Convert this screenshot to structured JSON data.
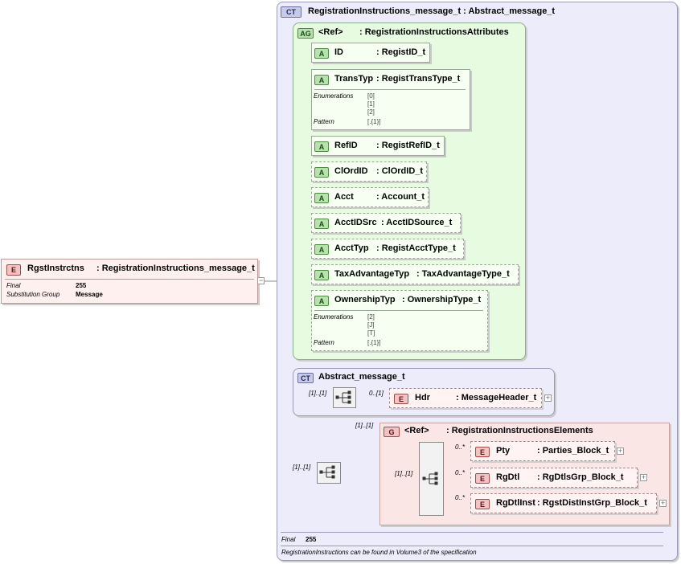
{
  "root": {
    "badge": "E",
    "name": "RgstInstrctns",
    "type": ": RegistrationInstructions_message_t",
    "props": [
      {
        "key": "Final",
        "value": "255"
      },
      {
        "key": "Substitution Group",
        "value": "Message"
      }
    ]
  },
  "complex_type": {
    "badge": "CT",
    "name": "RegistrationInstructions_message_t : Abstract_message_t",
    "footer_final_key": "Final",
    "footer_final_value": "255",
    "footer_note": "RegistrationInstructions can be found in Volume3 of the specification"
  },
  "attribute_group": {
    "badge": "AG",
    "ref": "<Ref>",
    "type": ": RegistrationInstructionsAttributes",
    "attributes": [
      {
        "badge": "A",
        "name": "ID",
        "type": ": RegistID_t"
      },
      {
        "badge": "A",
        "name": "TransTyp",
        "type": ": RegistTransType_t",
        "enum_label": "Enumerations",
        "enums": [
          "[0]",
          "[1]",
          "[2]"
        ],
        "pattern_label": "Pattern",
        "pattern": "[.{1}]"
      },
      {
        "badge": "A",
        "name": "RefID",
        "type": ": RegistRefID_t"
      },
      {
        "badge": "A",
        "name": "ClOrdID",
        "type": ": ClOrdID_t"
      },
      {
        "badge": "A",
        "name": "Acct",
        "type": ": Account_t"
      },
      {
        "badge": "A",
        "name": "AcctIDSrc",
        "type": ": AcctIDSource_t"
      },
      {
        "badge": "A",
        "name": "AcctTyp",
        "type": ": RegistAcctType_t"
      },
      {
        "badge": "A",
        "name": "TaxAdvantageTyp",
        "type": ": TaxAdvantageType_t"
      },
      {
        "badge": "A",
        "name": "OwnershipTyp",
        "type": ": OwnershipType_t",
        "enum_label": "Enumerations",
        "enums": [
          "[2]",
          "[J]",
          "[T]"
        ],
        "pattern_label": "Pattern",
        "pattern": "[.{1}]"
      }
    ]
  },
  "abstract_message": {
    "badge": "CT",
    "name": "Abstract_message_t",
    "seq_mult": "[1]..[1]",
    "hdr_mult": "0..[1]",
    "hdr": {
      "badge": "E",
      "name": "Hdr",
      "type": ": MessageHeader_t"
    }
  },
  "elements_group": {
    "outer_mult": "[1]..[1]",
    "group_mult": "[1]..[1]",
    "inner_mult": "[1]..[1]",
    "badge": "G",
    "ref": "<Ref>",
    "type": ": RegistrationInstructionsElements",
    "children": [
      {
        "mult": "0..*",
        "badge": "E",
        "name": "Pty",
        "type": ": Parties_Block_t"
      },
      {
        "mult": "0..*",
        "badge": "E",
        "name": "RgDtl",
        "type": ": RgDtlsGrp_Block_t"
      },
      {
        "mult": "0..*",
        "badge": "E",
        "name": "RgDtlInst",
        "type": ": RgstDistInstGrp_Block_t"
      }
    ]
  },
  "colors": {
    "ct_bg": "#ececfb",
    "ag_bg": "#e6fbe0",
    "group_bg": "#fbe6e6",
    "root_bg": "#fff0f0"
  }
}
